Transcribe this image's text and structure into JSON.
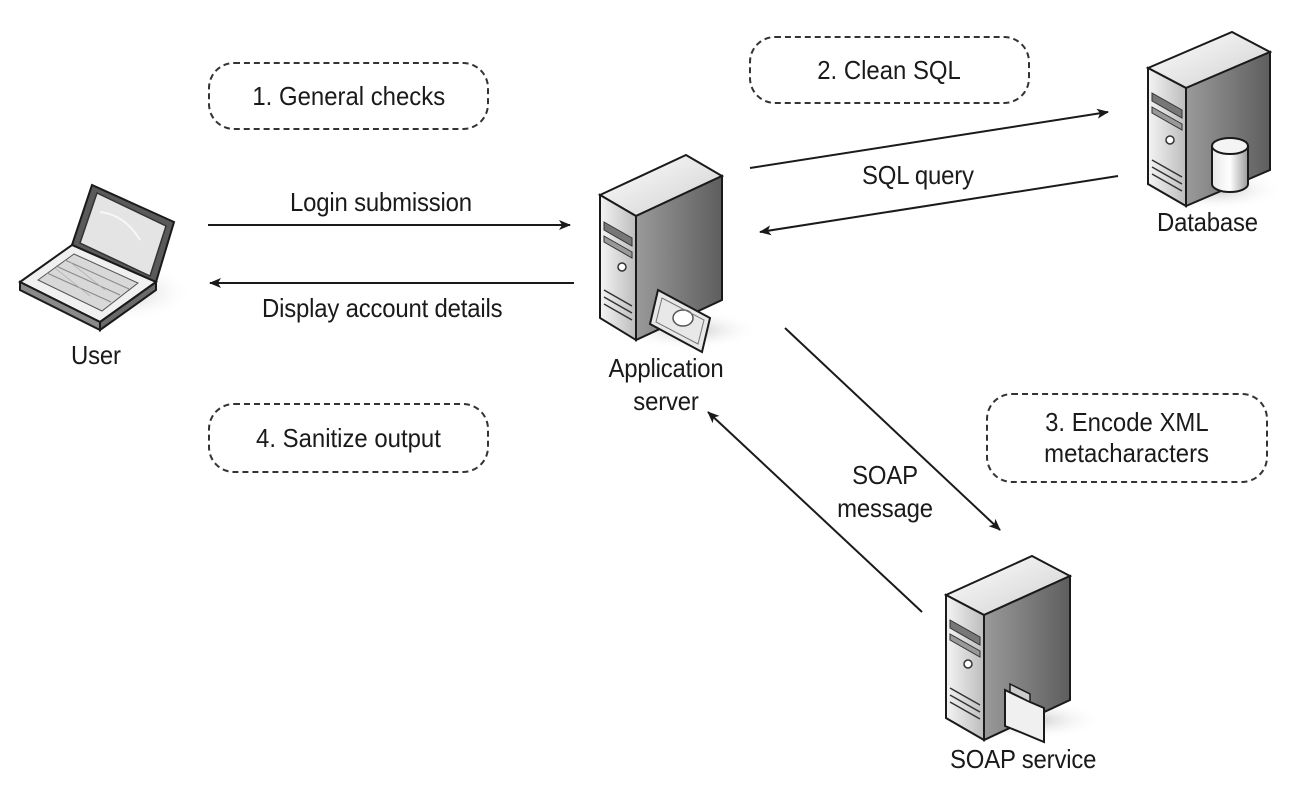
{
  "nodes": {
    "user": "User",
    "app_server_line1": "Application",
    "app_server_line2": "server",
    "database": "Database",
    "soap_service": "SOAP service"
  },
  "edges": {
    "login_submission": "Login submission",
    "display_account_details": "Display account details",
    "sql_query": "SQL query",
    "soap_message_line1": "SOAP",
    "soap_message_line2": "message"
  },
  "steps": {
    "step1": "1. General checks",
    "step2": "2. Clean SQL",
    "step3_line1": "3. Encode XML",
    "step3_line2": "metacharacters",
    "step4": "4. Sanitize output"
  }
}
